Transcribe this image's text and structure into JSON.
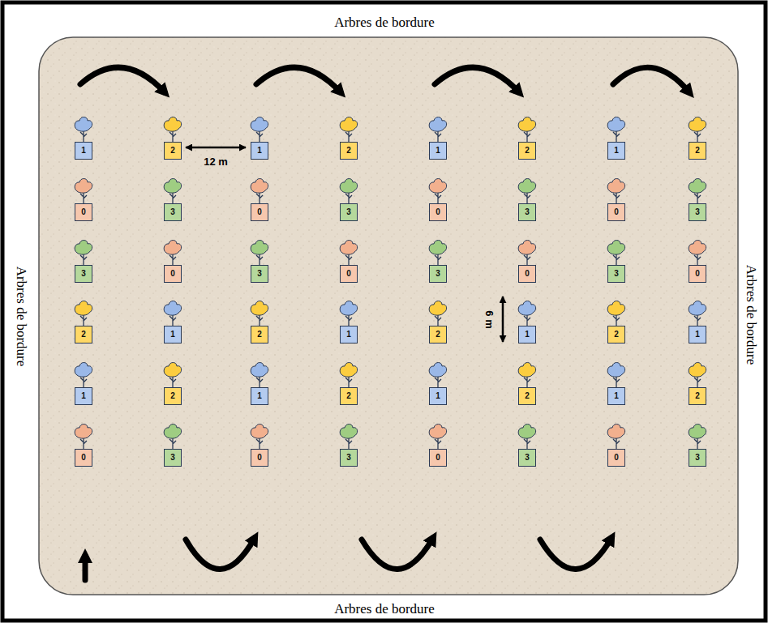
{
  "diagram": {
    "nodes": [
      {
        "text": [
          "1"
        ]
      },
      {
        "text": [
          "2"
        ]
      },
      {
        "text": [
          "1"
        ]
      },
      {
        "text": [
          "2"
        ]
      },
      {
        "text": [
          "1"
        ]
      },
      {
        "text": [
          "2"
        ]
      },
      {
        "text": [
          "1"
        ]
      },
      {
        "text": [
          "2"
        ]
      },
      {
        "text": [
          "0"
        ]
      },
      {
        "text": [
          "3"
        ]
      },
      {
        "text": [
          "0"
        ]
      },
      {
        "text": [
          "3"
        ]
      },
      {
        "text": [
          "0"
        ]
      },
      {
        "text": [
          "3"
        ]
      },
      {
        "text": [
          "0"
        ]
      },
      {
        "text": [
          "3"
        ]
      },
      {
        "text": [
          "3"
        ]
      },
      {
        "text": [
          "0"
        ]
      },
      {
        "text": [
          "3"
        ]
      },
      {
        "text": [
          "0"
        ]
      },
      {
        "text": [
          "3"
        ]
      },
      {
        "text": [
          "0"
        ]
      },
      {
        "text": [
          "3"
        ]
      },
      {
        "text": [
          "0"
        ]
      },
      {
        "text": [
          "2"
        ]
      },
      {
        "text": [
          "1"
        ]
      },
      {
        "text": [
          "2"
        ]
      },
      {
        "text": [
          "1"
        ]
      },
      {
        "text": [
          "2"
        ]
      },
      {
        "text": [
          "1"
        ]
      },
      {
        "text": [
          "2"
        ]
      },
      {
        "text": [
          "1"
        ]
      },
      {
        "text": [
          "1"
        ]
      },
      {
        "text": [
          "2"
        ]
      },
      {
        "text": [
          "1"
        ]
      },
      {
        "text": [
          "2"
        ]
      },
      {
        "text": [
          "1"
        ]
      },
      {
        "text": [
          "2"
        ]
      },
      {
        "text": [
          "1"
        ]
      },
      {
        "text": [
          "2"
        ]
      },
      {
        "text": [
          "0"
        ]
      },
      {
        "text": [
          "3"
        ]
      },
      {
        "text": [
          "0"
        ]
      },
      {
        "text": [
          "3"
        ]
      },
      {
        "text": [
          "0"
        ]
      },
      {
        "text": [
          "3"
        ]
      },
      {
        "text": [
          "0"
        ]
      },
      {
        "text": [
          "3"
        ]
      }
    ],
    "labels": [
      "Arbres de bordure",
      "Arbres de bordure",
      "Arbres de bordure",
      "Arbres de bordure",
      "12 m",
      "6 m"
    ]
  }
}
